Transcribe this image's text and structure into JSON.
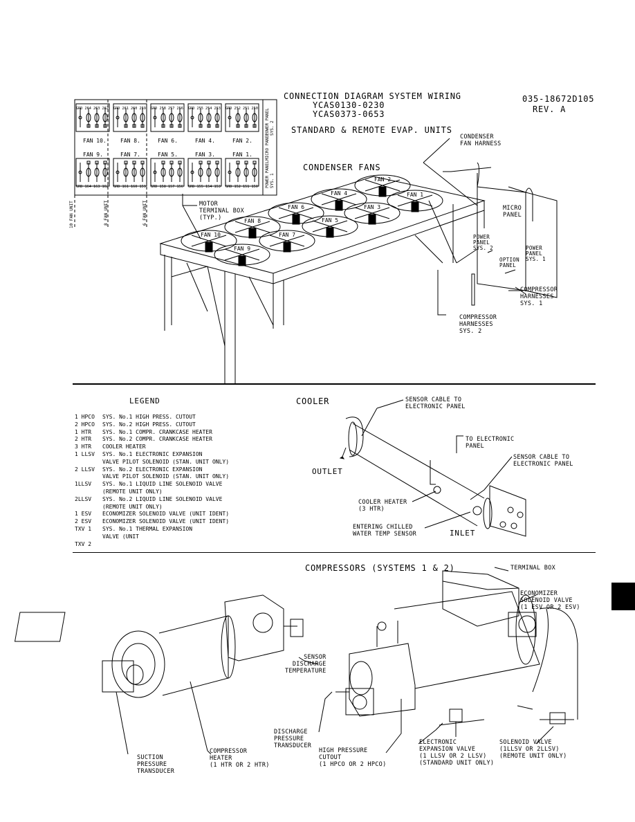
{
  "header": {
    "title_line1": "CONNECTION DIAGRAM SYSTEM WIRING",
    "title_line2": "YCAS0130-0230",
    "title_line3": "YCAS0373-0653",
    "doc_number": "035-18672D105",
    "revision": "REV. A",
    "subtitle": "STANDARD & REMOTE EVAP. UNITS"
  },
  "fan_panel": {
    "top_row": {
      "fans": [
        "FAN 10.",
        "FAN 8.",
        "FAN 6.",
        "FAN 4.",
        "FAN 2."
      ],
      "terminals": [
        "GRD 264 263 262",
        "GRD 261 260 259",
        "GRD 258 257 256",
        "GRD 255 254 253",
        "GRD 252 251 250"
      ],
      "side_label": "POWER PANEL SYS. 2"
    },
    "bottom_row": {
      "fans": [
        "FAN 9.",
        "FAN 7.",
        "FAN 5.",
        "FAN 3.",
        "FAN 1."
      ],
      "terminals": [
        "GRD 164 163 162",
        "GRD 161 160 159",
        "GRD 158 157 156",
        "GRD 155 154 153",
        "GRD 152 151 150"
      ],
      "side_label": "POWER PANEL SYS. 1"
    },
    "middle_side_label": "MICRO PANEL",
    "unit_labels": [
      "10 FAN UNIT",
      "8 FAN UNIT",
      "6 FAN UNIT"
    ]
  },
  "condenser": {
    "heading": "CONDENSER FANS",
    "fan_labels": [
      "FAN 2",
      "FAN 1",
      "FAN 4",
      "FAN 3",
      "FAN 6",
      "FAN 5",
      "FAN 8",
      "FAN 7",
      "FAN 10",
      "FAN 9"
    ],
    "callout_harness": "CONDENSER\nFAN HARNESS",
    "callout_motor": "MOTOR\nTERMINAL BOX\n(TYP.)",
    "micro_panel": "MICRO\nPANEL",
    "power_panel_2": "POWER\nPANEL\nSYS. 2",
    "power_panel_1": "POWER\nPANEL\nSYS. 1",
    "option_panel": "OPTION\nPANEL",
    "comp_harness_1": "COMPRESSOR\nHARNESSES\nSYS. 1",
    "comp_harness_2": "COMPRESSOR\nHARNESSES\nSYS. 2"
  },
  "legend": {
    "heading": "LEGEND",
    "entries": [
      {
        "code": "1 HPCO",
        "text": "SYS. No.1 HIGH PRESS. CUTOUT"
      },
      {
        "code": "2 HPCO",
        "text": "SYS. No.2 HIGH PRESS. CUTOUT"
      },
      {
        "code": "1 HTR",
        "text": "SYS. No.1 COMPR. CRANKCASE HEATER"
      },
      {
        "code": "2 HTR",
        "text": "SYS. No.2 COMPR. CRANKCASE HEATER"
      },
      {
        "code": "3 HTR",
        "text": "COOLER HEATER"
      },
      {
        "code": "1 LLSV",
        "text": "SYS. No.1 ELECTRONIC EXPANSION"
      },
      {
        "code": "",
        "text": "VALVE PILOT SOLENOID (STAN. UNIT ONLY)"
      },
      {
        "code": "2 LLSV",
        "text": "SYS. No.2 ELECTRONIC EXPANSION"
      },
      {
        "code": "",
        "text": "VALVE PILOT SOLENOID (STAN. UNIT ONLY)"
      },
      {
        "code": "1LLSV",
        "text": "SYS. No.1 LIQUID LINE SOLENOID VALVE"
      },
      {
        "code": "",
        "text": "(REMOTE UNIT ONLY)"
      },
      {
        "code": "2LLSV",
        "text": "SYS. No.2 LIQUID LINE SOLENOID VALVE"
      },
      {
        "code": "",
        "text": "(REMOTE UNIT ONLY)"
      },
      {
        "code": "1 ESV",
        "text": "ECONOMIZER SOLENOID VALVE (UNIT IDENT)"
      },
      {
        "code": "2 ESV",
        "text": "ECONOMIZER SOLENOID VALVE (UNIT IDENT)"
      },
      {
        "code": "TXV 1",
        "text": "SYS. No.1 THERMAL EXPANSION"
      },
      {
        "code": "",
        "text": "VALVE (UNIT"
      },
      {
        "code": "TXV 2",
        "text": ""
      }
    ]
  },
  "cooler": {
    "heading": "COOLER",
    "sensor_cable_top": "SENSOR CABLE TO\nELECTRONIC PANEL",
    "to_electronic": "TO ELECTRONIC\nPANEL",
    "sensor_cable_right": "SENSOR CABLE TO\nELECTRONIC PANEL",
    "outlet": "OUTLET",
    "inlet": "INLET",
    "heater": "COOLER HEATER\n(3 HTR)",
    "water_sensor": "ENTERING CHILLED\nWATER TEMP SENSOR"
  },
  "compressors": {
    "heading": "COMPRESSORS (SYSTEMS 1 & 2)",
    "terminal_box": "TERMINAL BOX",
    "economizer": "ECONOMIZER\nSOLENOID VALVE\n(1 ESV OR 2 ESV)",
    "sensor_discharge": "SENSOR\nDISCHARGE\nTEMPERATURE",
    "discharge_transducer": "DISCHARGE\nPRESSURE\nTRANSDUCER",
    "high_pressure": "HIGH PRESSURE\nCUTOUT\n(1 HPCO OR 2 HPCO)",
    "electronic_expansion": "ELECTRONIC\nEXPANSION VALVE\n(1 LLSV OR 2 LLSV)\n(STANDARD UNIT ONLY)",
    "solenoid_valve": "SOLENOID VALVE\n(1LLSV OR 2LLSV)\n(REMOTE UNIT ONLY)",
    "suction": "SUCTION\nPRESSURE\nTRANSDUCER",
    "heater": "COMPRESSOR\nHEATER\n(1 HTR OR 2 HTR)"
  }
}
